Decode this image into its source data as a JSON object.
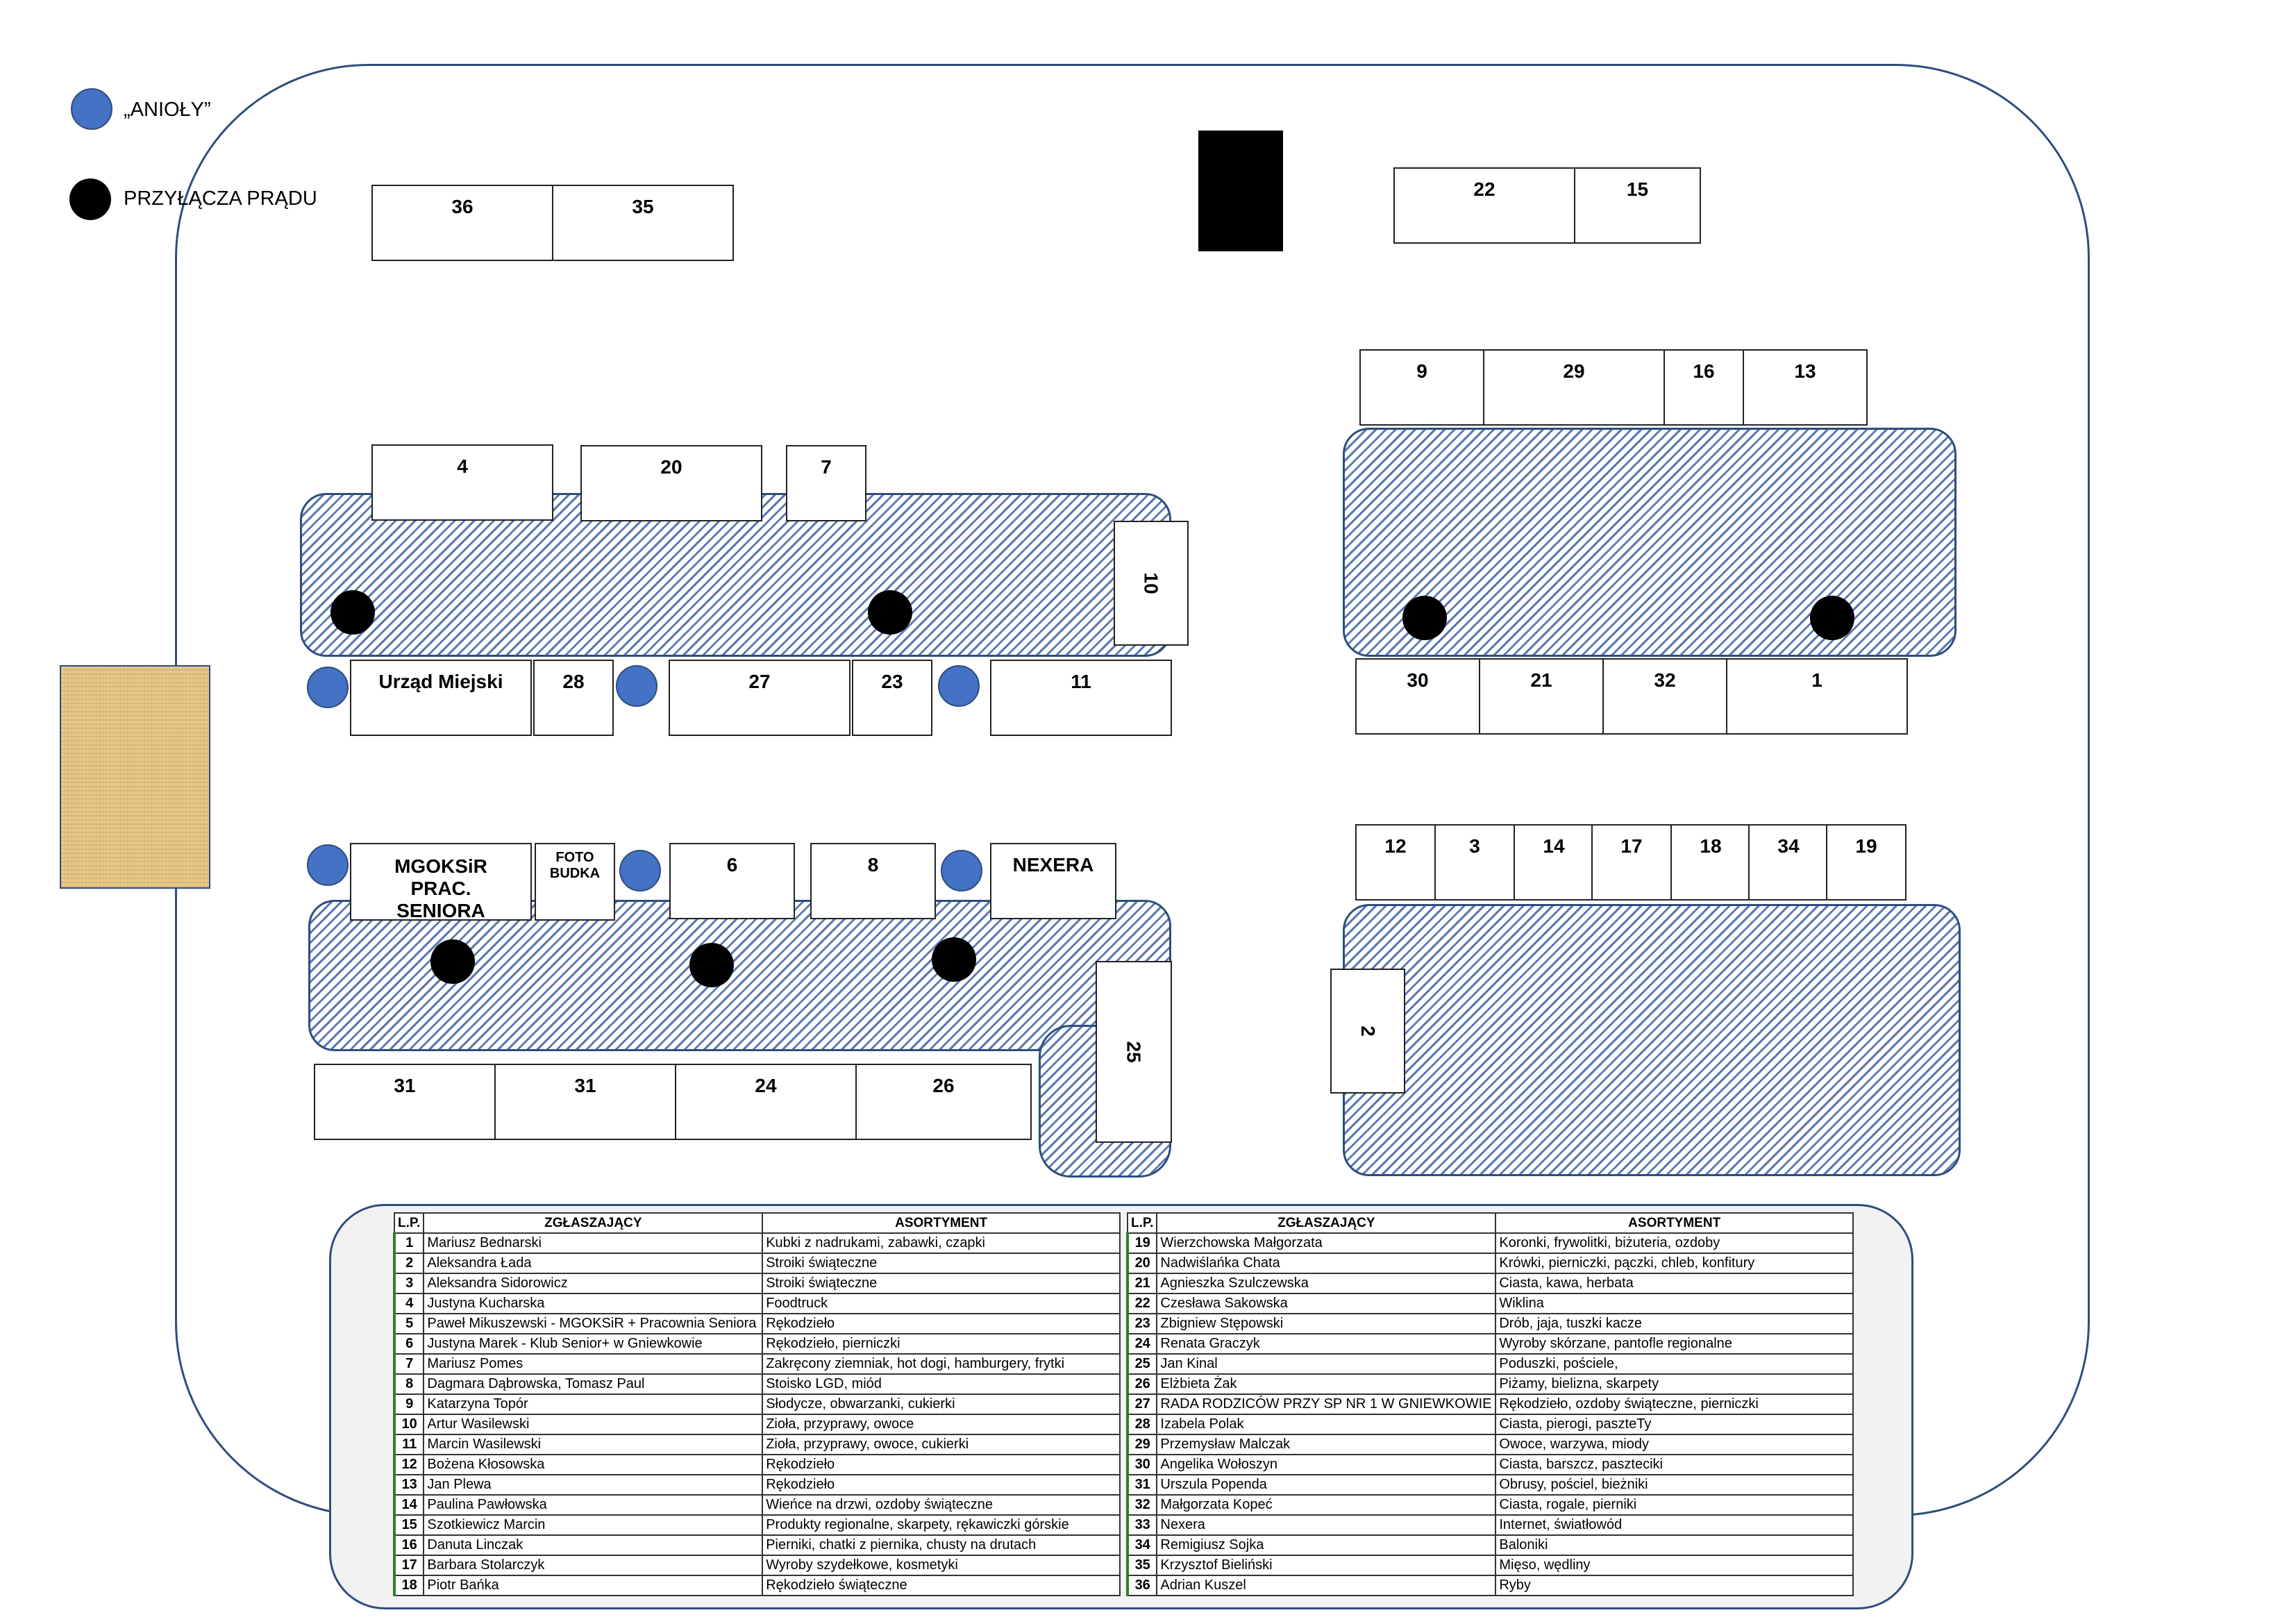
{
  "legend": [
    {
      "label": "„ANIOŁY”",
      "color": "#4472c4"
    },
    {
      "label": "PRZYŁĄCZA PRĄDU",
      "color": "#000000"
    }
  ],
  "stalls": {
    "s36": "36",
    "s35": "35",
    "s22": "22",
    "s15": "15",
    "s9": "9",
    "s29": "29",
    "s16": "16",
    "s13": "13",
    "s4": "4",
    "s20": "20",
    "s7": "7",
    "s10": "10",
    "urzad": "Urząd Miejski",
    "s28": "28",
    "s27": "27",
    "s23": "23",
    "s11": "11",
    "s30": "30",
    "s21": "21",
    "s32": "32",
    "s1": "1",
    "s12": "12",
    "s3": "3",
    "s14": "14",
    "s17": "17",
    "s18": "18",
    "s34": "34",
    "s19": "19",
    "mgoksir": "MGOKSiR PRAC. SENIORA",
    "foto": "FOTO BUDKA",
    "s6": "6",
    "s8": "8",
    "nexera": "NEXERA",
    "s25": "25",
    "s2": "2",
    "s31a": "31",
    "s31b": "31",
    "s24": "24",
    "s26": "26"
  },
  "table": {
    "headers": [
      "L.P.",
      "ZGŁASZAJĄCY",
      "ASORTYMENT"
    ],
    "left": [
      [
        "1",
        "Mariusz Bednarski",
        "Kubki z nadrukami, zabawki, czapki"
      ],
      [
        "2",
        "Aleksandra  Łada",
        "Stroiki świąteczne"
      ],
      [
        "3",
        "Aleksandra Sidorowicz",
        "Stroiki świąteczne"
      ],
      [
        "4",
        "Justyna Kucharska",
        "Foodtruck"
      ],
      [
        "5",
        "Paweł Mikuszewski - MGOKSiR + Pracownia Seniora",
        "Rękodzieło"
      ],
      [
        "6",
        "Justyna Marek - Klub Senior+ w Gniewkowie",
        "Rękodzieło, pierniczki"
      ],
      [
        "7",
        "Mariusz Pomes",
        "Zakręcony ziemniak, hot dogi, hamburgery, frytki"
      ],
      [
        "8",
        "Dagmara Dąbrowska, Tomasz Paul",
        "Stoisko LGD, miód"
      ],
      [
        "9",
        "Katarzyna Topór",
        "Słodycze, obwarzanki, cukierki"
      ],
      [
        "10",
        "Artur Wasilewski",
        "Zioła, przyprawy, owoce"
      ],
      [
        "11",
        "Marcin Wasilewski",
        "Zioła, przyprawy, owoce, cukierki"
      ],
      [
        "12",
        "Bożena Kłosowska",
        "Rękodzieło"
      ],
      [
        "13",
        "Jan Plewa",
        "Rękodzieło"
      ],
      [
        "14",
        "Paulina Pawłowska",
        "Wieńce na drzwi, ozdoby świąteczne"
      ],
      [
        "15",
        "Szotkiewicz Marcin",
        "Produkty regionalne, skarpety, rękawiczki górskie"
      ],
      [
        "16",
        "Danuta Linczak",
        "Pierniki, chatki z piernika, chusty na drutach"
      ],
      [
        "17",
        "Barbara Stolarczyk",
        "Wyroby szydełkowe, kosmetyki"
      ],
      [
        "18",
        "Piotr Bańka",
        "Rękodzieło świąteczne"
      ]
    ],
    "right": [
      [
        "19",
        "Wierzchowska Małgorzata",
        "Koronki, frywolitki, biżuteria, ozdoby"
      ],
      [
        "20",
        "Nadwiślańka Chata",
        "Krówki, pierniczki, pączki, chleb, konfitury"
      ],
      [
        "21",
        "Agnieszka Szulczewska",
        "Ciasta, kawa, herbata"
      ],
      [
        "22",
        "Czesława Sakowska",
        "Wiklina"
      ],
      [
        "23",
        "Zbigniew Stępowski",
        "Drób, jaja, tuszki kacze"
      ],
      [
        "24",
        "Renata Graczyk",
        "Wyroby skórzane, pantofle regionalne"
      ],
      [
        "25",
        "Jan Kinal",
        "Poduszki, pościele,"
      ],
      [
        "26",
        "Elżbieta Żak",
        "Piżamy, bielizna, skarpety"
      ],
      [
        "27",
        "RADA RODZICÓW PRZY SP NR 1 W GNIEWKOWIE",
        "Rękodzieło, ozdoby świąteczne, pierniczki"
      ],
      [
        "28",
        "Izabela Polak",
        "Ciasta, pierogi, paszteTy"
      ],
      [
        "29",
        "Przemysław Malczak",
        "Owoce, warzywa, miody"
      ],
      [
        "30",
        "Angelika Wołoszyn",
        "Ciasta, barszcz, paszteciki"
      ],
      [
        "31",
        "Urszula Popenda",
        "Obrusy, pościel, bieżniki"
      ],
      [
        "32",
        "Małgorzata Kopeć",
        "Ciasta, rogale, pierniki"
      ],
      [
        "33",
        "Nexera",
        "Internet, światłowód"
      ],
      [
        "34",
        "Remigiusz Sojka",
        "Baloniki"
      ],
      [
        "35",
        "Krzysztof Bieliński",
        "Mięso, wędliny"
      ],
      [
        "36",
        "Adrian Kuszel",
        "Ryby"
      ]
    ]
  }
}
